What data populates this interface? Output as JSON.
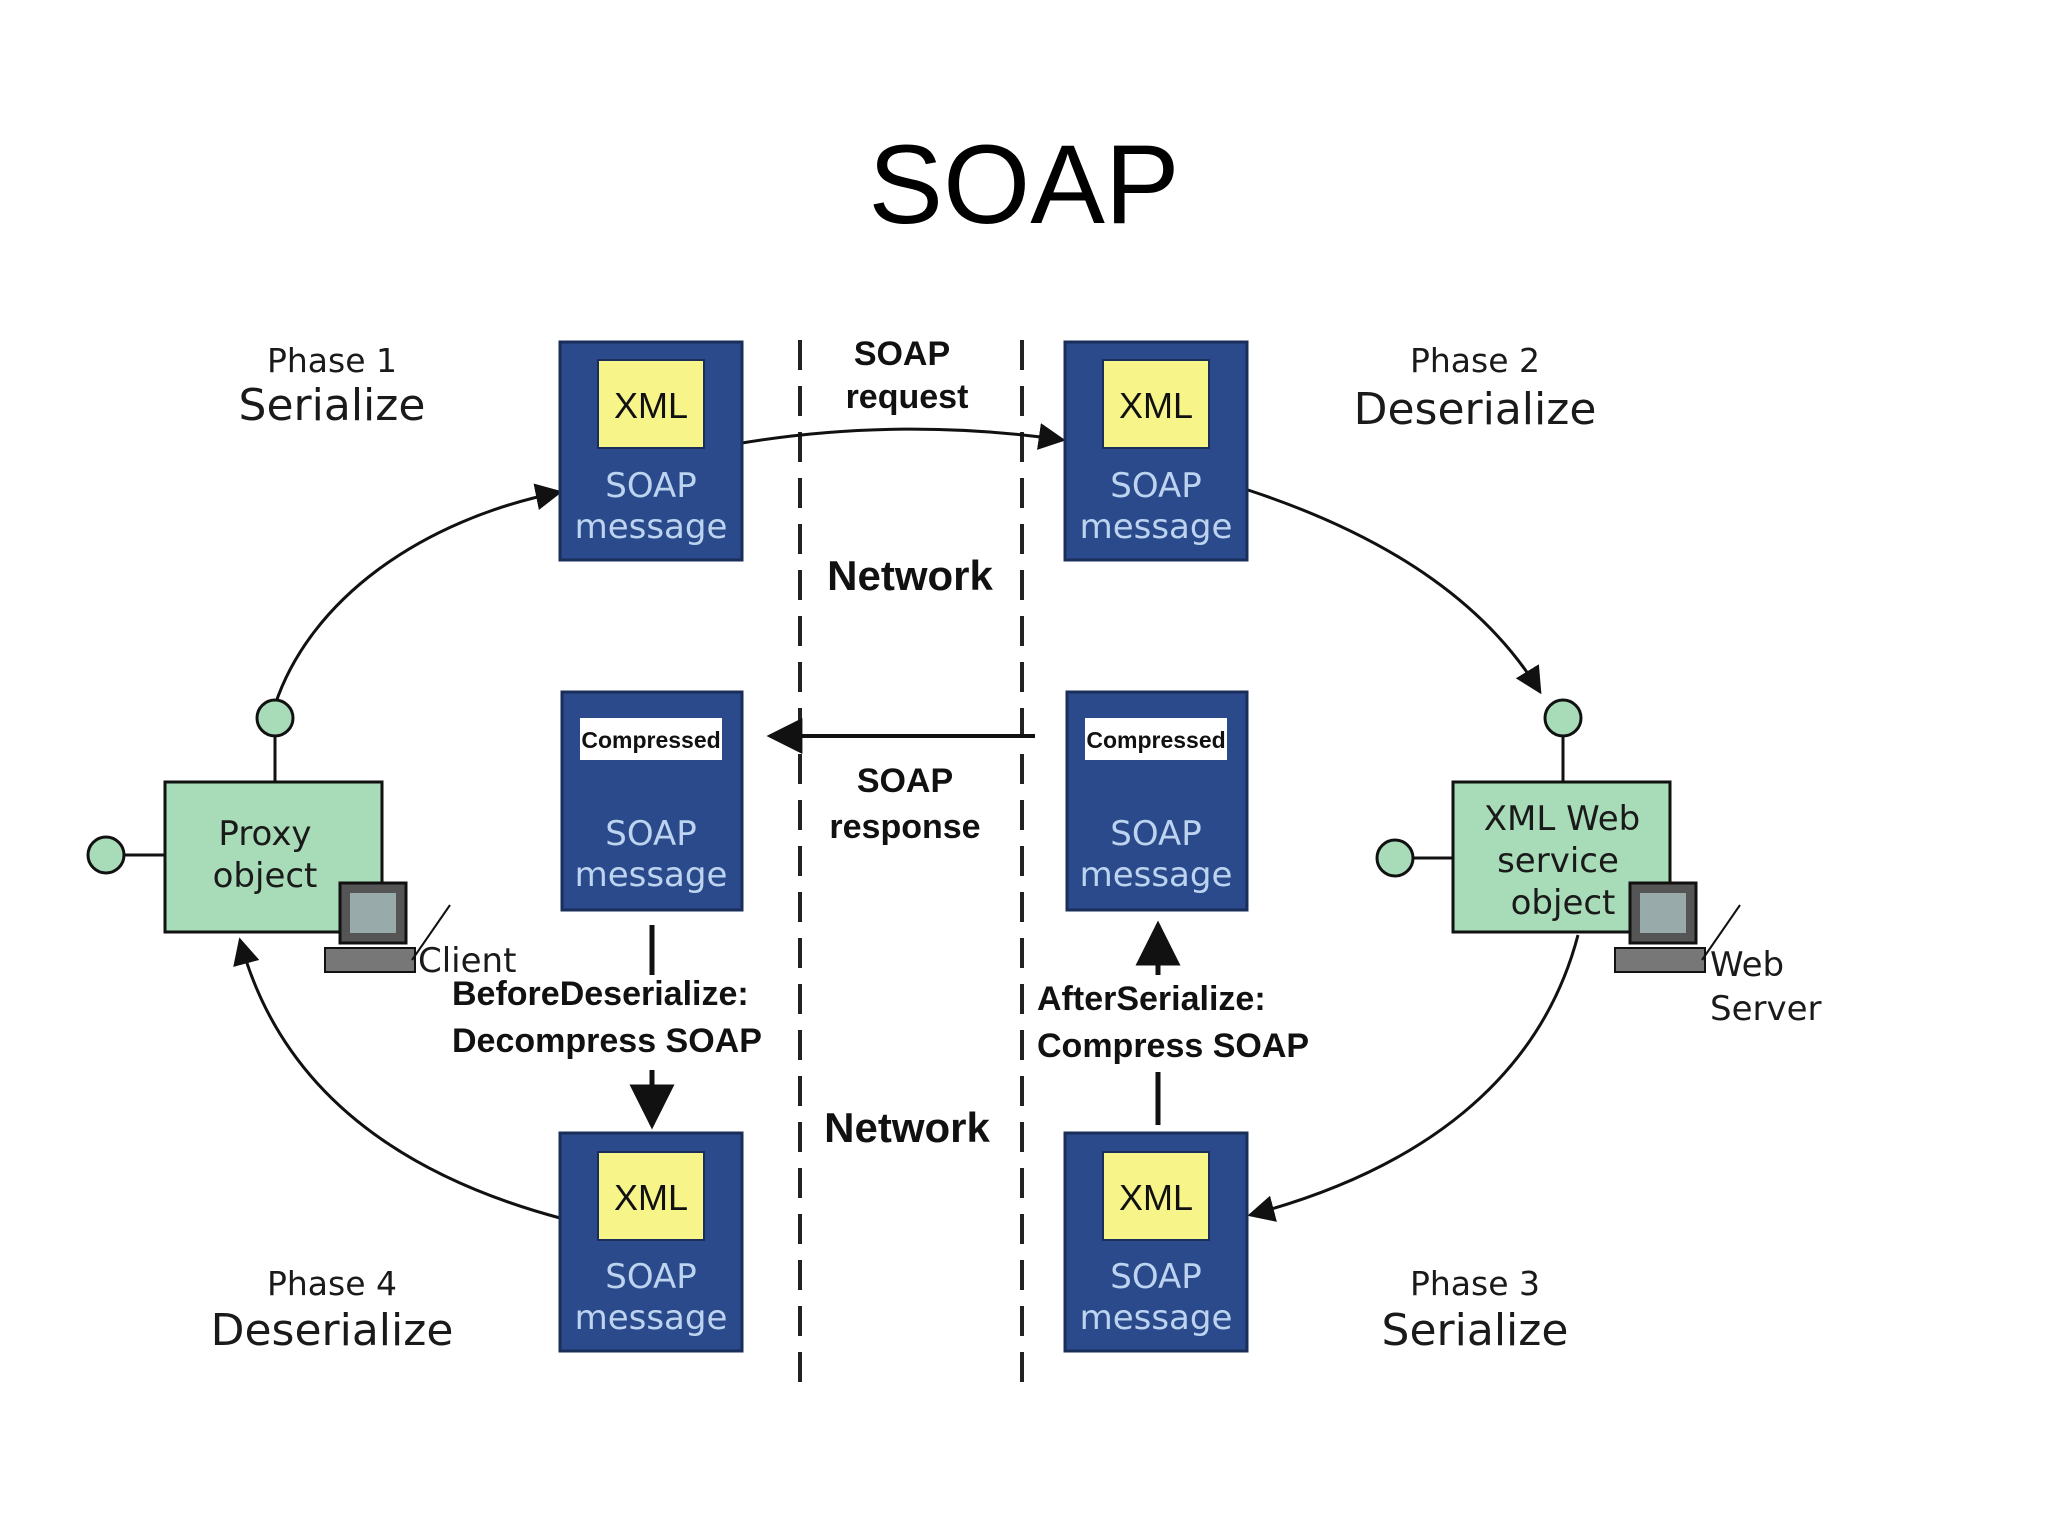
{
  "title": "SOAP",
  "phases": {
    "p1": {
      "num": "Phase 1",
      "name": "Serialize"
    },
    "p2": {
      "num": "Phase 2",
      "name": "Deserialize"
    },
    "p3": {
      "num": "Phase 3",
      "name": "Serialize"
    },
    "p4": {
      "num": "Phase 4",
      "name": "Deserialize"
    }
  },
  "messages": {
    "xml": "XML",
    "compressed": "Compressed",
    "soap": "SOAP",
    "message": "message"
  },
  "network": {
    "label": "Network",
    "request_line1": "SOAP",
    "request_line2": "request",
    "response_line1": "SOAP",
    "response_line2": "response"
  },
  "client": {
    "proxy_line1": "Proxy",
    "proxy_line2": "object",
    "client_label": "Client"
  },
  "server": {
    "obj_line1": "XML Web",
    "obj_line2": "service",
    "obj_line3": "object",
    "label_line1": "Web",
    "label_line2": "Server"
  },
  "hooks": {
    "before_line1": "BeforeDeserialize:",
    "before_line2": "Decompress SOAP",
    "after_line1": "AfterSerialize:",
    "after_line2": "Compress SOAP"
  },
  "colors": {
    "box": "#2b4a8c",
    "xml_label": "#f7f48a",
    "object": "#a8dcb8",
    "node": "#a8dcb8"
  }
}
